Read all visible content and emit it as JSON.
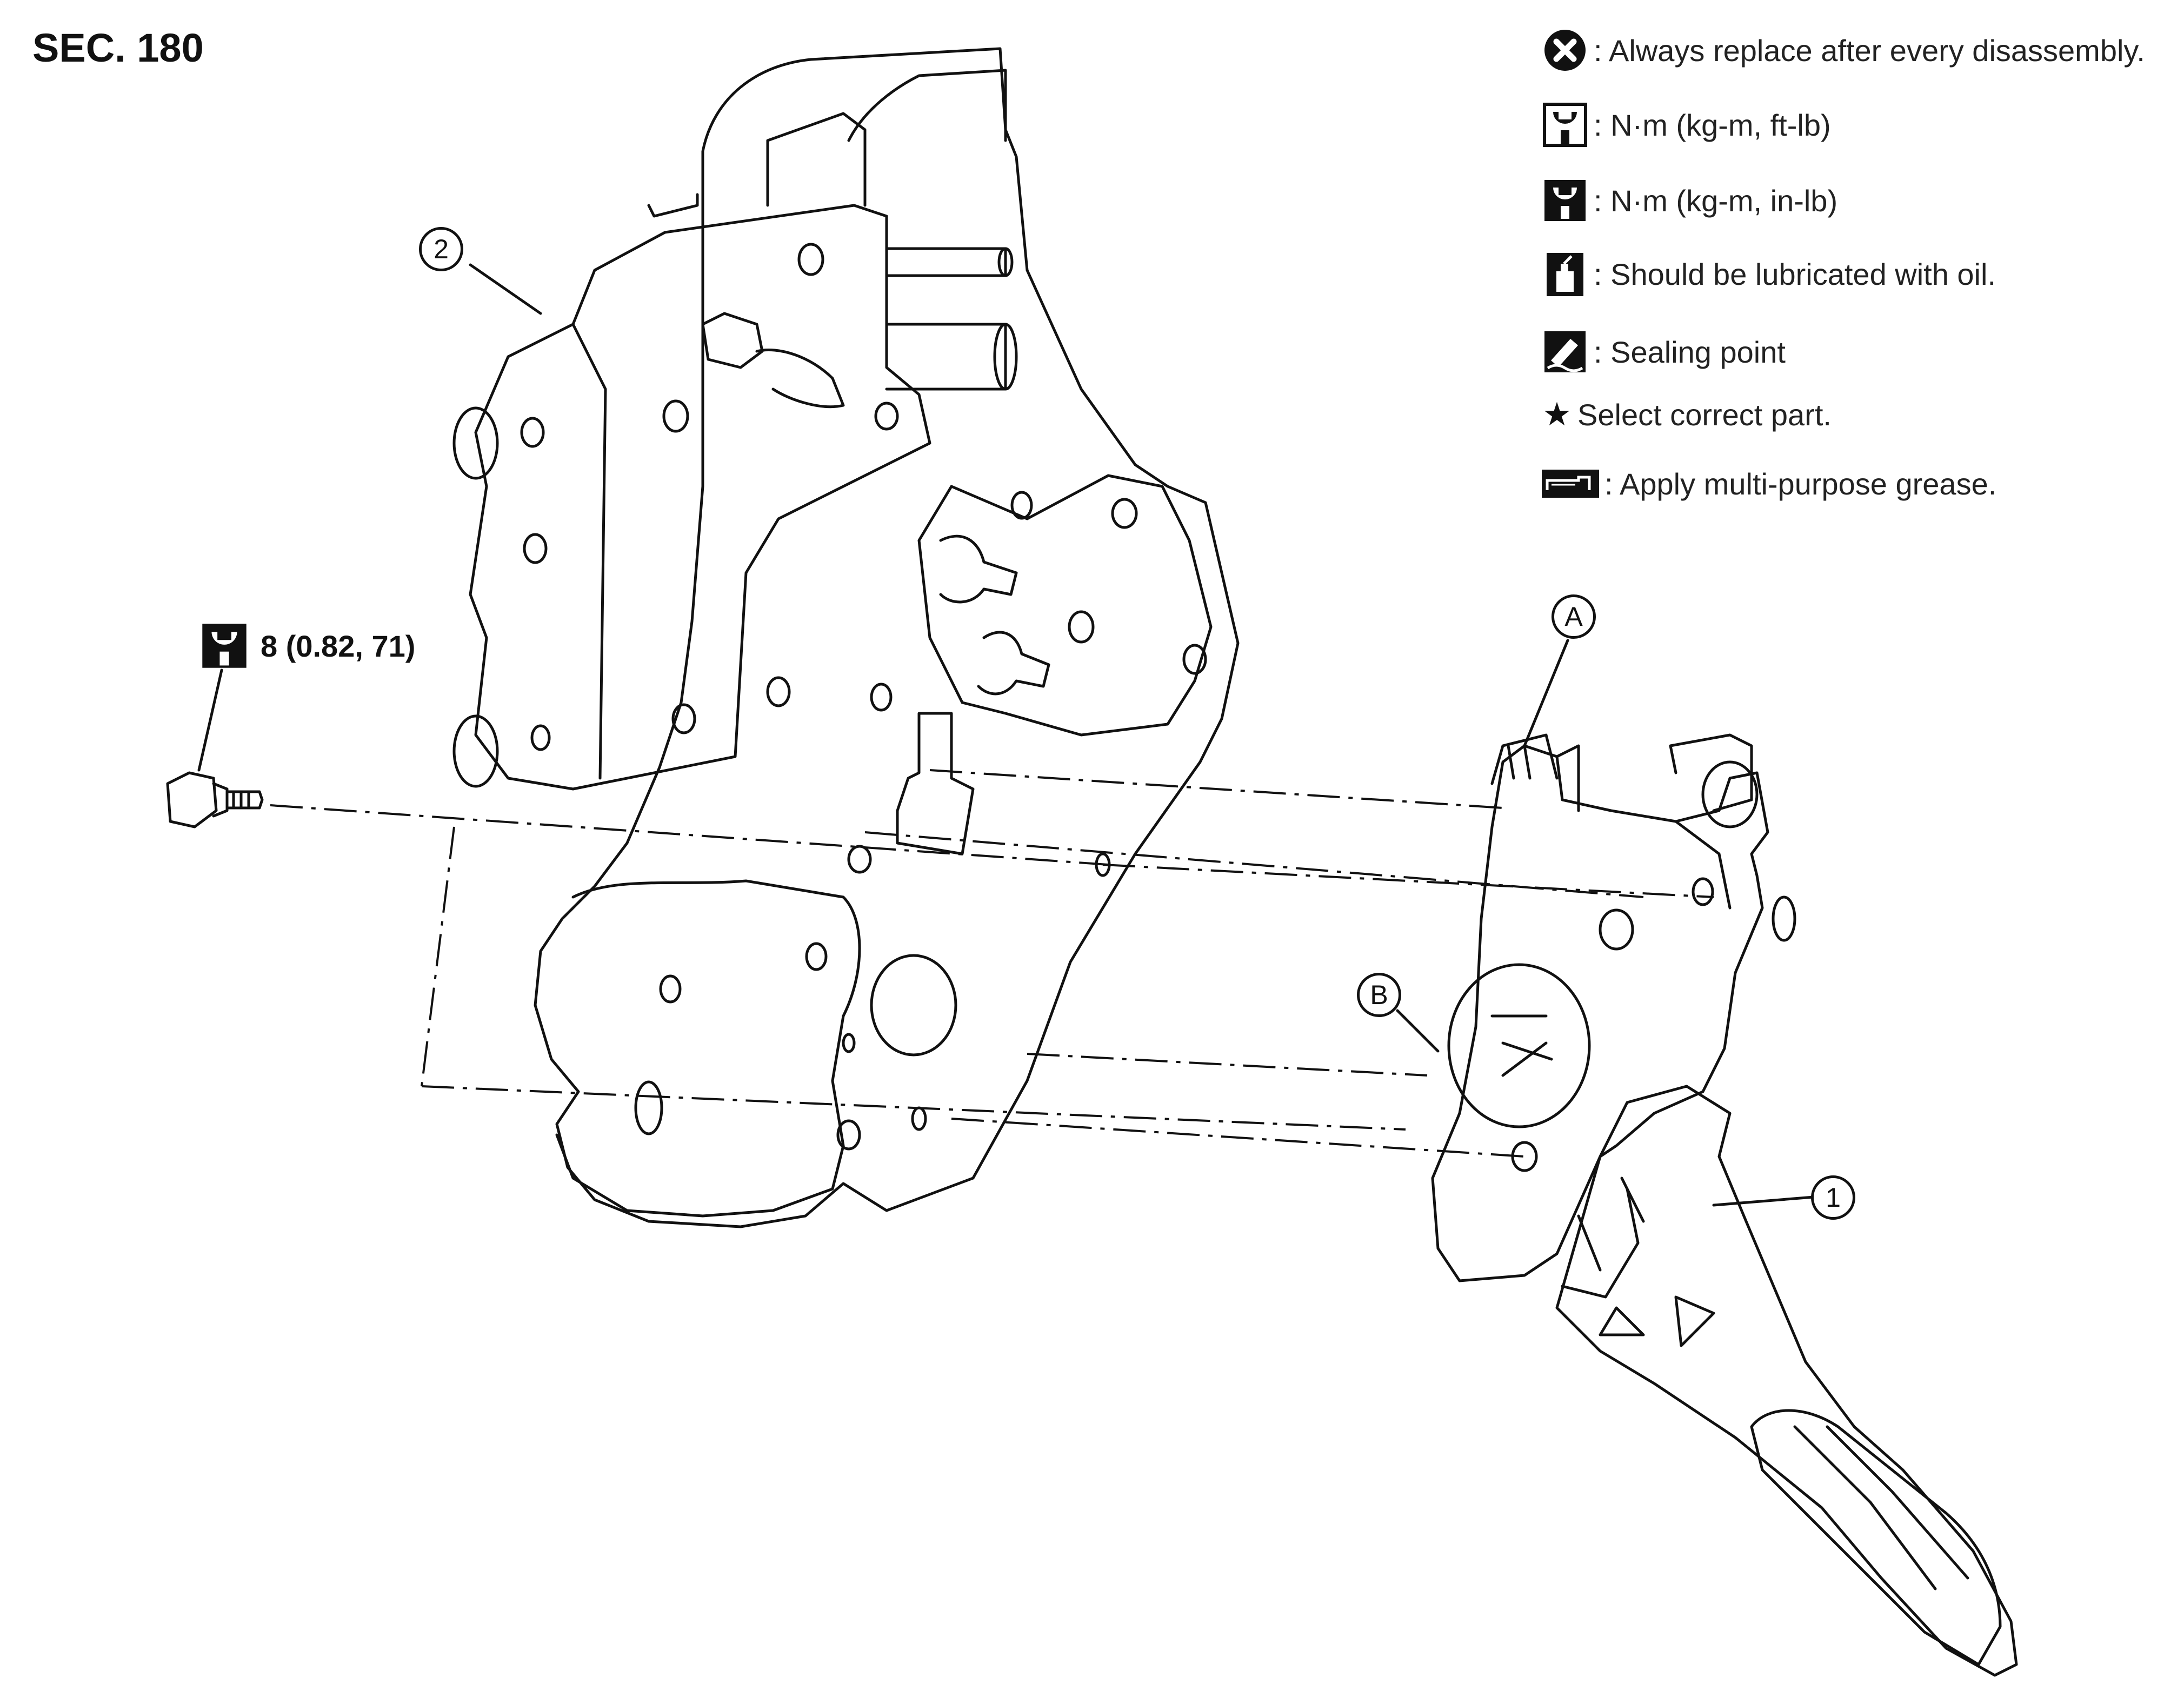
{
  "section_title": "SEC. 180",
  "legend": [
    {
      "icon": "always-replace-icon",
      "text": ": Always replace after every disassembly."
    },
    {
      "icon": "torque-wrench-ftlb-icon",
      "text": ": N·m (kg-m, ft-lb)"
    },
    {
      "icon": "torque-wrench-inlb-icon",
      "text": ": N·m (kg-m, in-lb)"
    },
    {
      "icon": "oil-can-icon",
      "text": ": Should be lubricated with oil."
    },
    {
      "icon": "sealing-point-icon",
      "text": ": Sealing point"
    },
    {
      "icon": "star-icon",
      "text": "Select correct part."
    },
    {
      "icon": "grease-icon",
      "text": ": Apply multi-purpose grease."
    }
  ],
  "star_glyph": "★",
  "torque": {
    "icon": "torque-wrench-inlb-icon",
    "value": "8 (0.82, 71)"
  },
  "callouts": {
    "part1": "1",
    "part2": "2",
    "pointA": "A",
    "pointB": "B"
  }
}
